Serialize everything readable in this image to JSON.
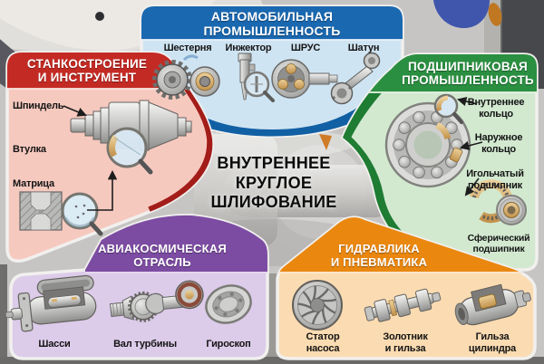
{
  "center": {
    "title": "ВНУТРЕННЕЕ\nКРУГЛОЕ\nШЛИФОВАНИЕ"
  },
  "panels": {
    "automotive": {
      "title": "АВТОМОБИЛЬНАЯ\nПРОМЫШЛЕННОСТЬ",
      "items": [
        "Шестерня",
        "Инжектор",
        "ШРУС",
        "Шатун"
      ]
    },
    "machine_tools": {
      "title": "СТАНКОСТРОЕНИЕ\nИ ИНСТРУМЕНТ",
      "items": [
        "Шпиндель",
        "Втулка",
        "Матрица"
      ]
    },
    "bearings": {
      "title": "ПОДШИПНИКОВАЯ\nПРОМЫШЛЕННОСТЬ",
      "items": [
        "Внутреннее\nкольцо",
        "Наружное\nкольцо",
        "Игольчатый\nподшипник",
        "Сферический\nподшипник"
      ]
    },
    "aerospace": {
      "title": "АВИАКОСМИЧЕСКАЯ\nОТРАСЛЬ",
      "items": [
        "Шасси",
        "Вал турбины",
        "Гироскоп"
      ]
    },
    "hydraulics": {
      "title": "ГИДРАВЛИКА\nИ ПНЕВМАТИКА",
      "items": [
        "Статор\nнасоса",
        "Золотник\nи гильза",
        "Гильза\nцилиндра"
      ]
    }
  },
  "colors": {
    "automotive_header": "#1a68b0",
    "automotive_body": "#cfe4f2",
    "automotive_band": "#1160a4",
    "machine_tools_header": "#c42a24",
    "machine_tools_body": "#f6c9bf",
    "machine_tools_band": "#a31d1a",
    "bearings_header": "#2b8f41",
    "bearings_body": "#d2e9d0",
    "bearings_band": "#1f7c33",
    "aerospace_header": "#7c4ca2",
    "aerospace_body": "#dccbe9",
    "hydraulics_header": "#ea870f",
    "hydraulics_body": "#fbdcb2",
    "title_text": "#0b0b0b",
    "label_text": "#141414",
    "brass": "#cf9f58"
  }
}
